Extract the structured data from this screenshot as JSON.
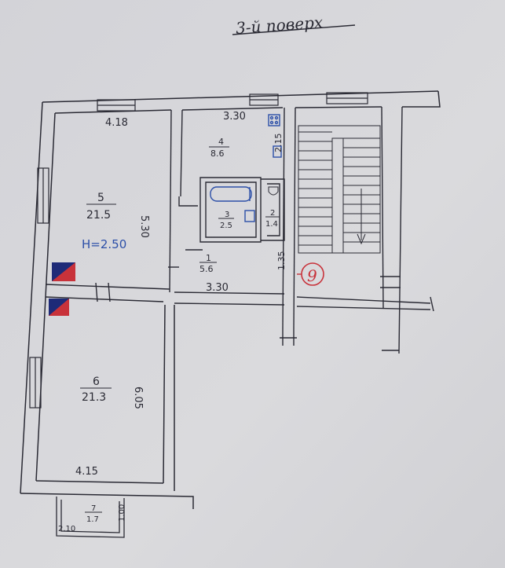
{
  "sheet": {
    "title": "3-й поверх",
    "height_note": "H=2.50",
    "apartment_number": "9"
  },
  "dimensions": {
    "top_left": "4.18",
    "top_right": "3.30",
    "mid_right": "3.30",
    "room5_side": "5.30",
    "room6_side": "6.05",
    "bottom": "4.15",
    "kitchen_side": "2.15",
    "hall_side": "1.35",
    "balcony_left": "2.10",
    "balcony_right": "1.00"
  },
  "rooms": [
    {
      "number": "1",
      "area": "5.6"
    },
    {
      "number": "2",
      "area": "1.4"
    },
    {
      "number": "3",
      "area": "2.5"
    },
    {
      "number": "4",
      "area": "8.6"
    },
    {
      "number": "5",
      "area": "21.5"
    },
    {
      "number": "6",
      "area": "21.3"
    },
    {
      "number": "7",
      "area": "1.7"
    }
  ],
  "colors": {
    "paper": "#d7d7db",
    "ink": "#2a2a34",
    "marker_blue": "#2c4fa8",
    "marker_red": "#c8323a",
    "navy": "#1e2a78"
  }
}
